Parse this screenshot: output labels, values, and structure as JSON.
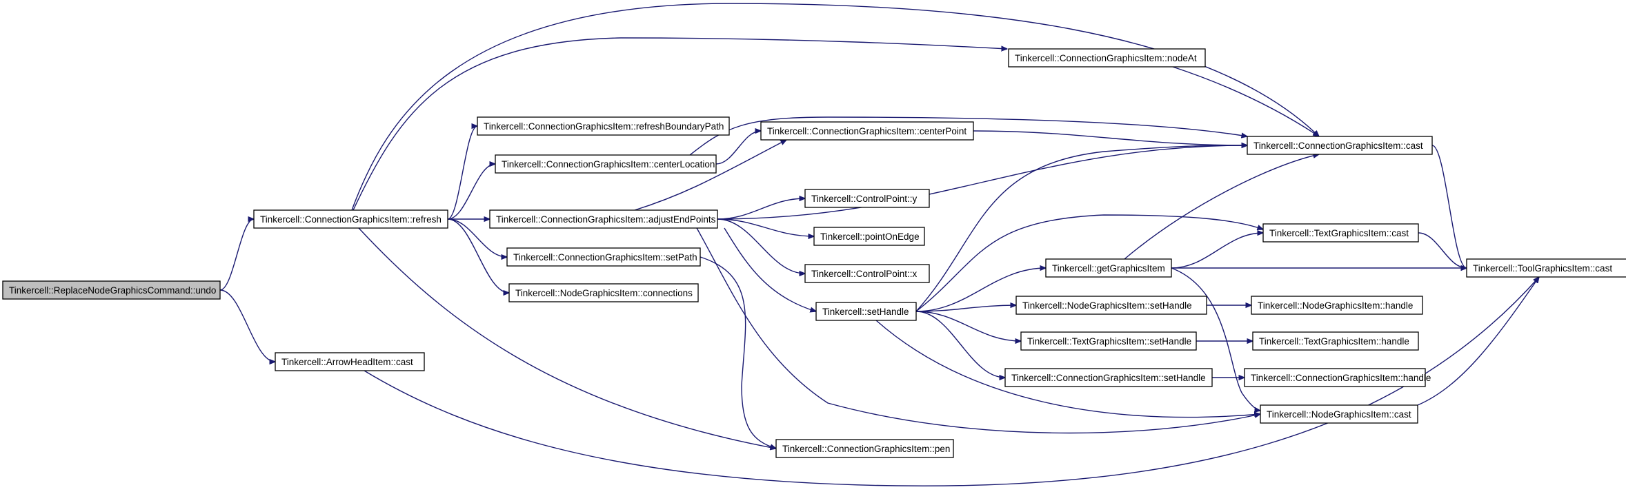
{
  "graph": {
    "edge_color": "#191970",
    "root_fill": "#bfbfbf",
    "nodes": [
      {
        "id": "undo",
        "label": "Tinkercell::ReplaceNodeGraphicsCommand::undo",
        "root": true
      },
      {
        "id": "refresh",
        "label": "Tinkercell::ConnectionGraphicsItem::refresh"
      },
      {
        "id": "arrowcast",
        "label": "Tinkercell::ArrowHeadItem::cast"
      },
      {
        "id": "refreshBoundary",
        "label": "Tinkercell::ConnectionGraphicsItem::refreshBoundaryPath"
      },
      {
        "id": "centerLocation",
        "label": "Tinkercell::ConnectionGraphicsItem::centerLocation"
      },
      {
        "id": "adjustEndPoints",
        "label": "Tinkercell::ConnectionGraphicsItem::adjustEndPoints"
      },
      {
        "id": "setPath",
        "label": "Tinkercell::ConnectionGraphicsItem::setPath"
      },
      {
        "id": "connections",
        "label": "Tinkercell::NodeGraphicsItem::connections"
      },
      {
        "id": "centerPoint",
        "label": "Tinkercell::ConnectionGraphicsItem::centerPoint"
      },
      {
        "id": "cpy",
        "label": "Tinkercell::ControlPoint::y"
      },
      {
        "id": "pointOnEdge",
        "label": "Tinkercell::pointOnEdge"
      },
      {
        "id": "cpx",
        "label": "Tinkercell::ControlPoint::x"
      },
      {
        "id": "setHandle",
        "label": "Tinkercell::setHandle"
      },
      {
        "id": "pen",
        "label": "Tinkercell::ConnectionGraphicsItem::pen"
      },
      {
        "id": "nodeAt",
        "label": "Tinkercell::ConnectionGraphicsItem::nodeAt"
      },
      {
        "id": "conncast",
        "label": "Tinkercell::ConnectionGraphicsItem::cast"
      },
      {
        "id": "getGraphicsItem",
        "label": "Tinkercell::getGraphicsItem"
      },
      {
        "id": "nodeSetHandle",
        "label": "Tinkercell::NodeGraphicsItem::setHandle"
      },
      {
        "id": "textSetHandle",
        "label": "Tinkercell::TextGraphicsItem::setHandle"
      },
      {
        "id": "connSetHandle",
        "label": "Tinkercell::ConnectionGraphicsItem::setHandle"
      },
      {
        "id": "textcast",
        "label": "Tinkercell::TextGraphicsItem::cast"
      },
      {
        "id": "nodecast",
        "label": "Tinkercell::NodeGraphicsItem::cast"
      },
      {
        "id": "nodeHandle",
        "label": "Tinkercell::NodeGraphicsItem::handle"
      },
      {
        "id": "textHandle",
        "label": "Tinkercell::TextGraphicsItem::handle"
      },
      {
        "id": "connHandle",
        "label": "Tinkercell::ConnectionGraphicsItem::handle"
      },
      {
        "id": "toolcast",
        "label": "Tinkercell::ToolGraphicsItem::cast"
      }
    ],
    "edges": [
      {
        "from": "undo",
        "to": "refresh"
      },
      {
        "from": "undo",
        "to": "arrowcast"
      },
      {
        "from": "refresh",
        "to": "nodeAt"
      },
      {
        "from": "refresh",
        "to": "conncast"
      },
      {
        "from": "refresh",
        "to": "refreshBoundary"
      },
      {
        "from": "refresh",
        "to": "centerLocation"
      },
      {
        "from": "refresh",
        "to": "adjustEndPoints"
      },
      {
        "from": "refresh",
        "to": "setPath"
      },
      {
        "from": "refresh",
        "to": "connections"
      },
      {
        "from": "refresh",
        "to": "pen"
      },
      {
        "from": "arrowcast",
        "to": "toolcast"
      },
      {
        "from": "centerLocation",
        "to": "centerPoint"
      },
      {
        "from": "centerLocation",
        "to": "conncast"
      },
      {
        "from": "adjustEndPoints",
        "to": "centerPoint"
      },
      {
        "from": "adjustEndPoints",
        "to": "conncast"
      },
      {
        "from": "adjustEndPoints",
        "to": "cpy"
      },
      {
        "from": "adjustEndPoints",
        "to": "pointOnEdge"
      },
      {
        "from": "adjustEndPoints",
        "to": "cpx"
      },
      {
        "from": "adjustEndPoints",
        "to": "setHandle"
      },
      {
        "from": "adjustEndPoints",
        "to": "nodecast"
      },
      {
        "from": "setPath",
        "to": "pen"
      },
      {
        "from": "centerPoint",
        "to": "conncast"
      },
      {
        "from": "nodeAt",
        "to": "conncast"
      },
      {
        "from": "conncast",
        "to": "toolcast"
      },
      {
        "from": "setHandle",
        "to": "conncast"
      },
      {
        "from": "setHandle",
        "to": "textcast"
      },
      {
        "from": "setHandle",
        "to": "getGraphicsItem"
      },
      {
        "from": "setHandle",
        "to": "nodeSetHandle"
      },
      {
        "from": "setHandle",
        "to": "textSetHandle"
      },
      {
        "from": "setHandle",
        "to": "connSetHandle"
      },
      {
        "from": "setHandle",
        "to": "nodecast"
      },
      {
        "from": "getGraphicsItem",
        "to": "conncast"
      },
      {
        "from": "getGraphicsItem",
        "to": "textcast"
      },
      {
        "from": "getGraphicsItem",
        "to": "toolcast"
      },
      {
        "from": "getGraphicsItem",
        "to": "nodecast"
      },
      {
        "from": "textcast",
        "to": "toolcast"
      },
      {
        "from": "nodecast",
        "to": "toolcast"
      },
      {
        "from": "nodeSetHandle",
        "to": "nodeHandle"
      },
      {
        "from": "textSetHandle",
        "to": "textHandle"
      },
      {
        "from": "connSetHandle",
        "to": "connHandle"
      }
    ]
  }
}
